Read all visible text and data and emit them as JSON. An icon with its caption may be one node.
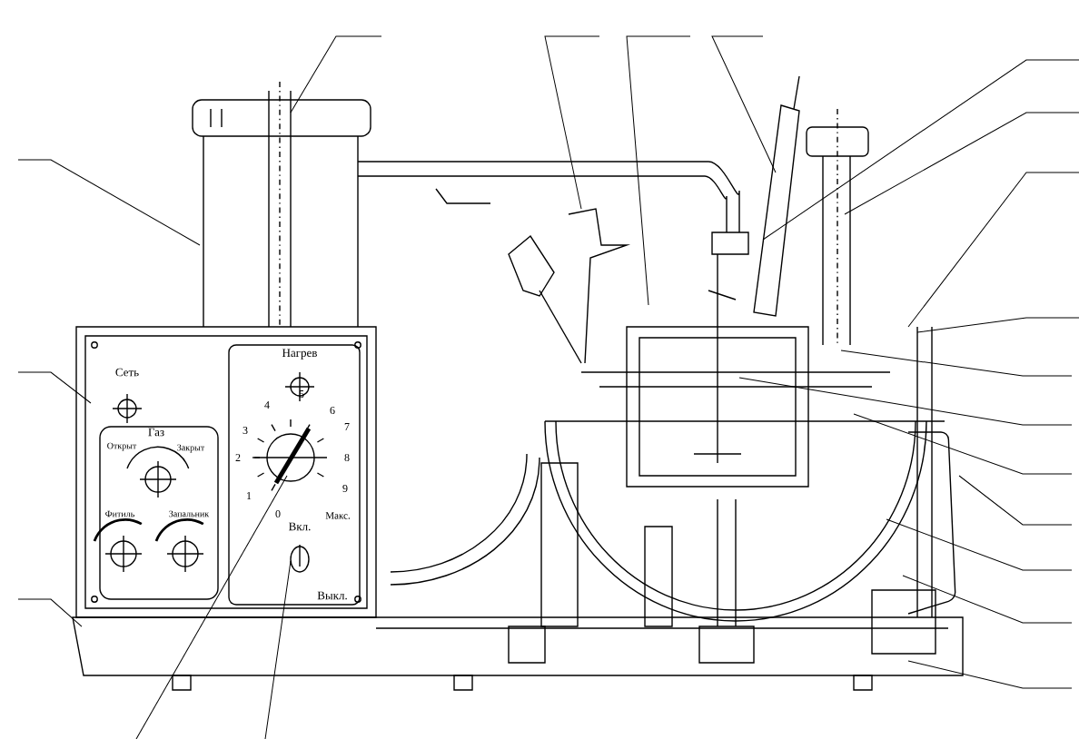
{
  "diagram": {
    "labels": [
      "Сеть",
      "Нагрев",
      "Газ",
      "Открыт",
      "Закрыт",
      "Фитиль",
      "Запальник",
      "0",
      "1",
      "2",
      "3",
      "4",
      "5",
      "6",
      "7",
      "8",
      "9",
      "Макс.",
      "Вкл.",
      "Выкл."
    ]
  }
}
